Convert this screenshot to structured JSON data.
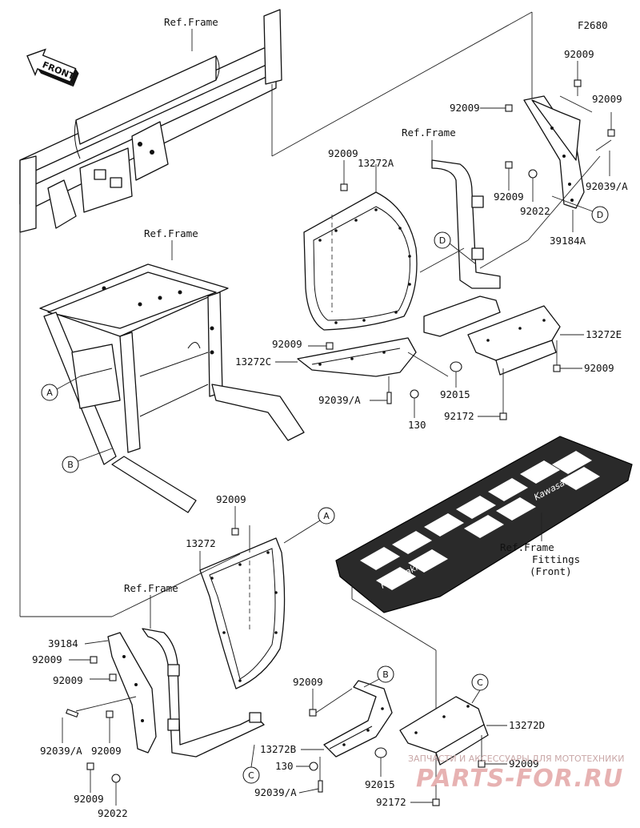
{
  "figure_code": "F2680",
  "front_arrow_label": "FRONT",
  "ref_frame_labels": [
    "Ref.Frame",
    "Ref.Frame",
    "Ref.Frame",
    "Ref.Frame"
  ],
  "ref_frame_fittings": [
    "Ref.Frame",
    "Fittings",
    "(Front)"
  ],
  "callouts": [
    "A",
    "B",
    "C",
    "D",
    "D",
    "A",
    "B",
    "C"
  ],
  "part_labels": {
    "p92009_top": "92009",
    "p92009_left": "92009",
    "p92009_right": "92009",
    "p92009_bracket": "92009",
    "p92022_right": "92022",
    "p92039a_right": "92039/A",
    "p39184a": "39184A",
    "p92009_mid": "92009",
    "p13272a": "13272A",
    "p92009_mid2": "92009",
    "p13272c": "13272C",
    "p92039a_mid": "92039/A",
    "p130_mid": "130",
    "p92015_mid": "92015",
    "p92172_mid": "92172",
    "p13272e": "13272E",
    "p92009_e": "92009",
    "p92009_low": "92009",
    "p13272": "13272",
    "p39184": "39184",
    "p92009_l1": "92009",
    "p92009_l2": "92009",
    "p92039a_low": "92039/A",
    "p92009_l3": "92009",
    "p92009_l4": "92009",
    "p92022_low": "92022",
    "p92009_b": "92009",
    "p13272b": "13272B",
    "p130_low": "130",
    "p92039a_b": "92039/A",
    "p92015_low": "92015",
    "p92172_low": "92172",
    "p13272d": "13272D",
    "p92009_d": "92009"
  },
  "watermark": {
    "line1": "ЗАПЧАСТИ И АКСЕССУАРЫ ДЛЯ МОТОТЕХНИКИ",
    "line2": "PARTS-FOR.RU"
  },
  "floor_mat_text": [
    "Kawasaki",
    "Kawasaki"
  ]
}
